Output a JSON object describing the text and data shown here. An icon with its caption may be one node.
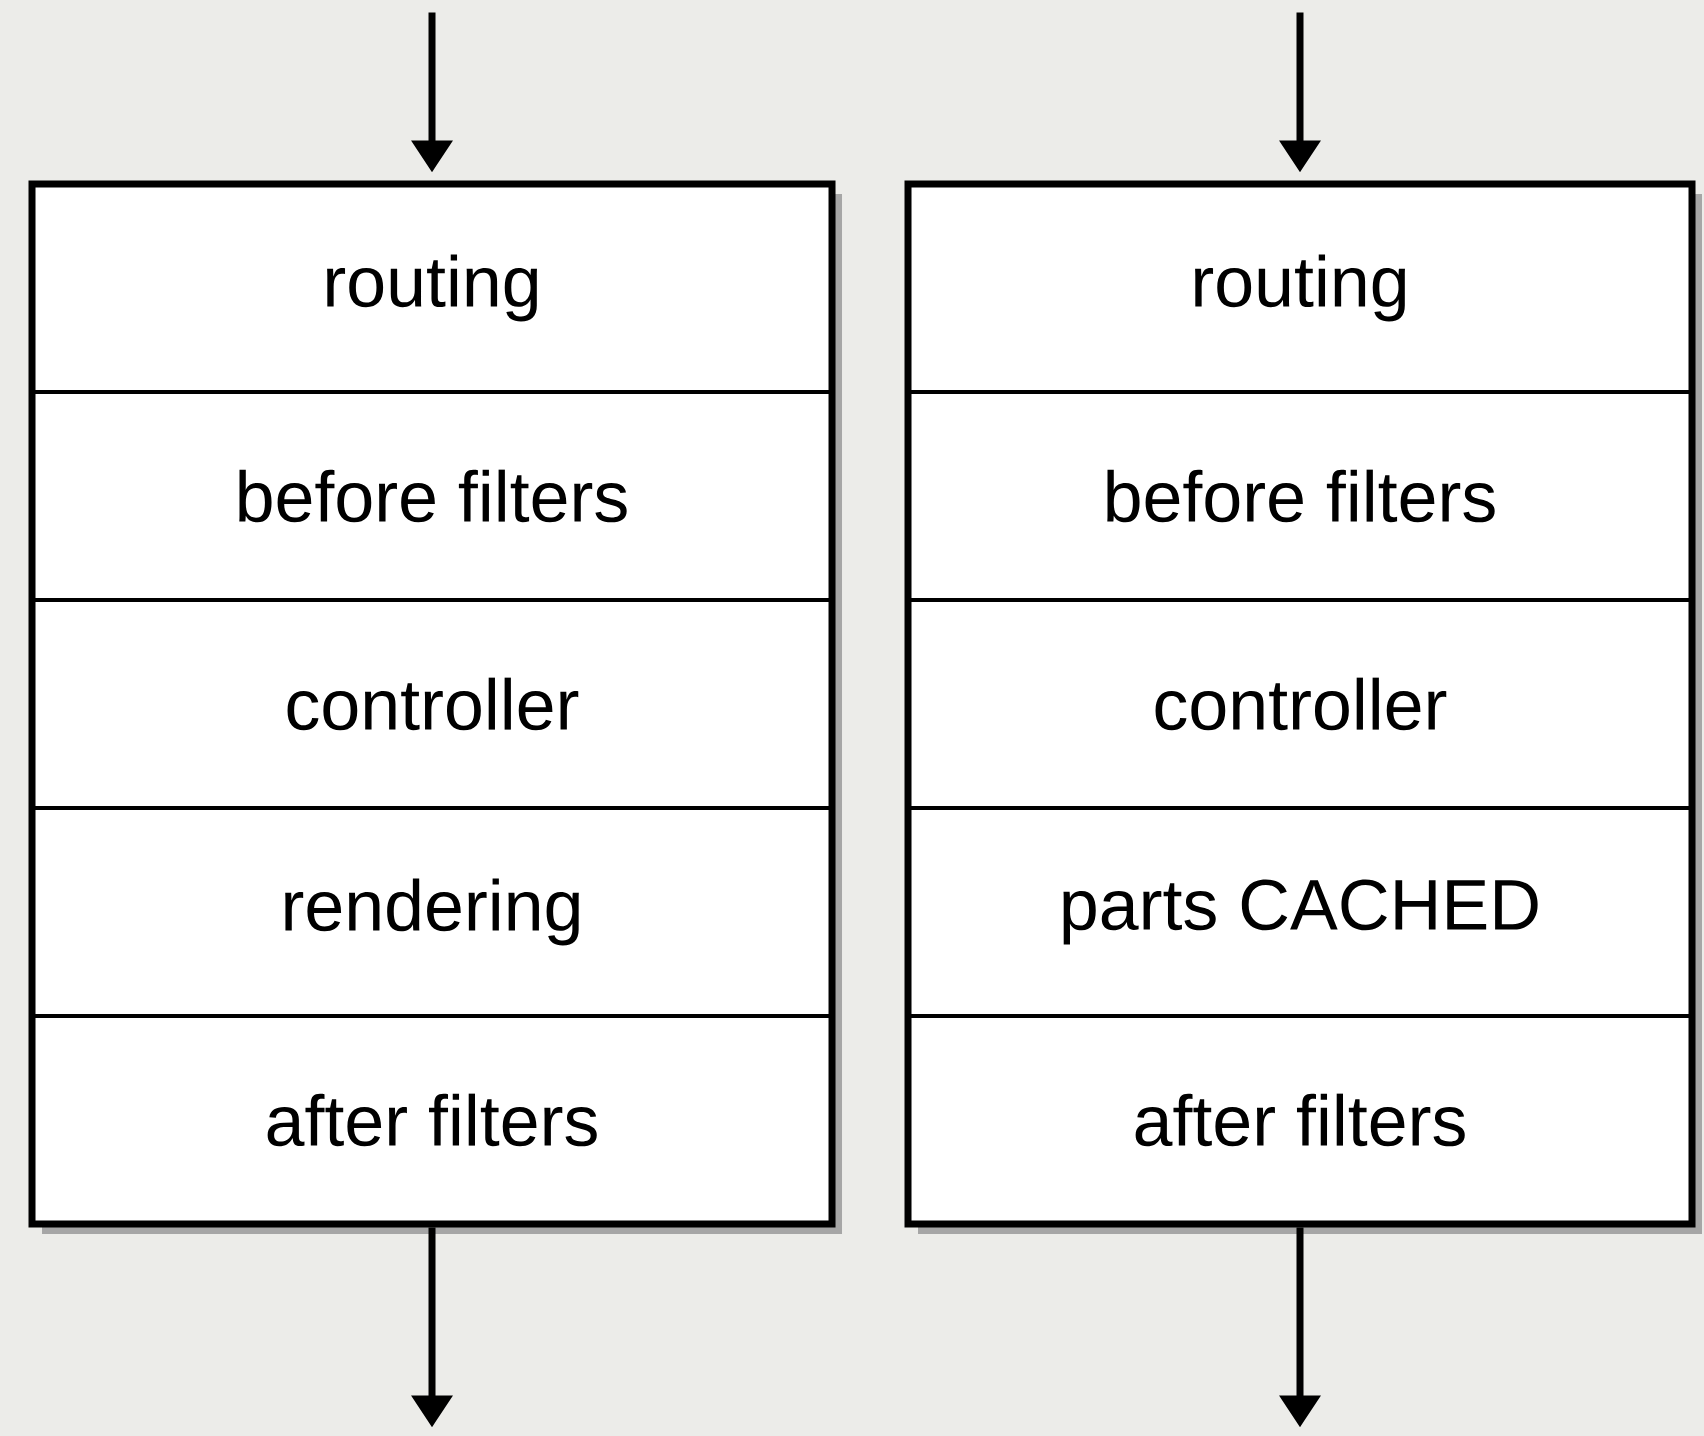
{
  "diagram": {
    "nodes": [
      {
        "text": [],
        "shape": "box"
      },
      {
        "text": [
          "routing"
        ],
        "in": 0
      },
      {
        "text": [
          "before filters"
        ],
        "in": 0
      },
      {
        "text": [
          "controller"
        ],
        "in": 0
      },
      {
        "text": [
          "rendering"
        ],
        "in": 0
      },
      {
        "text": [
          "after filters"
        ],
        "in": 0
      },
      {
        "text": [],
        "shape": "box"
      },
      {
        "text": [
          "routing"
        ],
        "in": 6
      },
      {
        "text": [
          "before filters"
        ],
        "in": 6
      },
      {
        "text": [
          "controller"
        ],
        "in": 6
      },
      {
        "text": [
          "parts CACHED"
        ],
        "in": 6
      },
      {
        "text": [
          "after filters"
        ],
        "in": 6
      }
    ],
    "edges": [
      {
        "from": null,
        "to": 0,
        "arrow": "to"
      },
      {
        "from": 0,
        "to": null,
        "arrow": "to"
      },
      {
        "from": null,
        "to": 6,
        "arrow": "to"
      },
      {
        "from": 6,
        "to": null,
        "arrow": "to"
      }
    ]
  }
}
